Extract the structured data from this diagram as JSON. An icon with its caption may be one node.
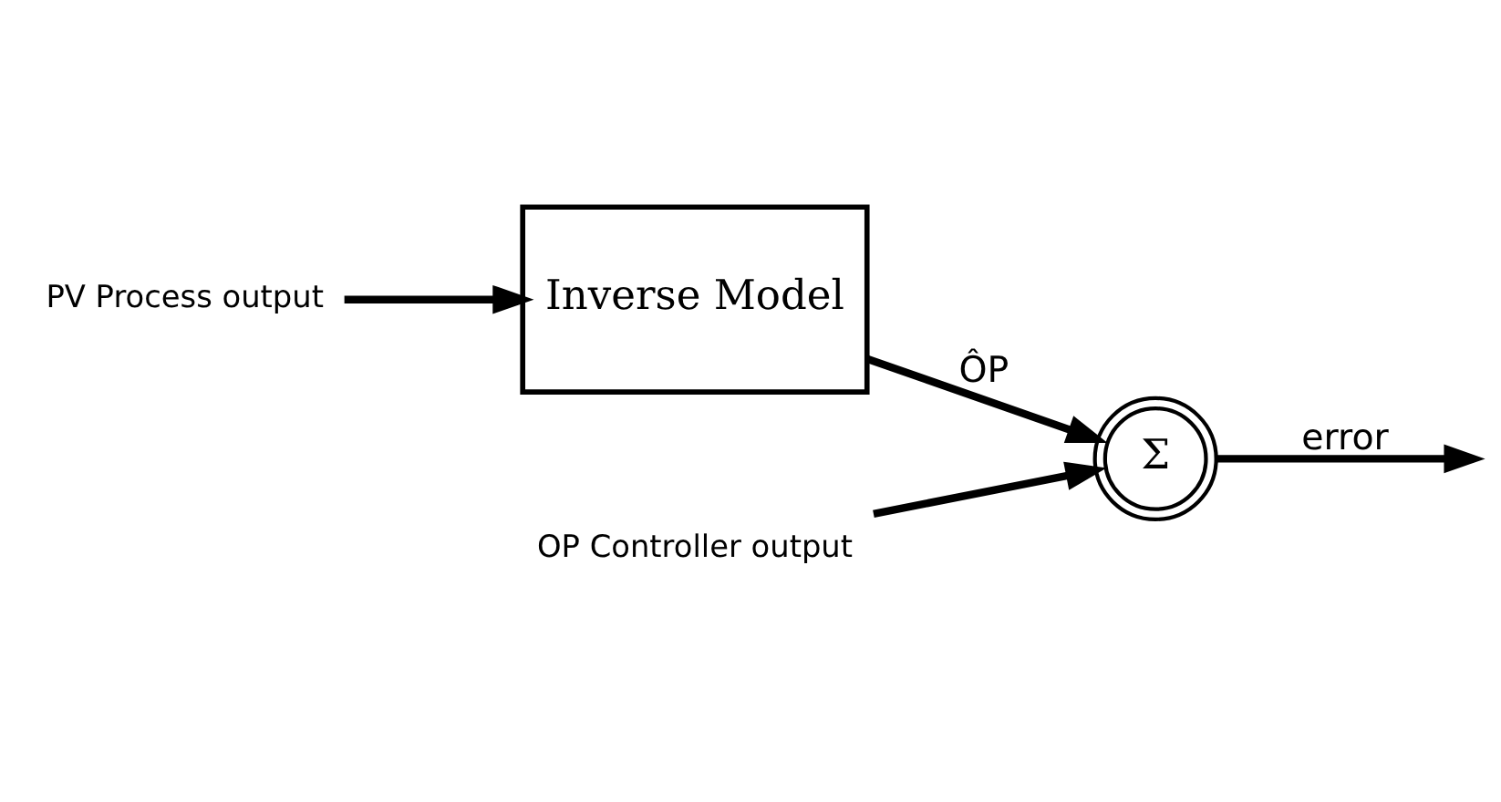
{
  "diagram": {
    "nodes": [
      {
        "text": [
          "PV Process output"
        ]
      },
      {
        "text": [
          "Inverse Model"
        ]
      },
      {
        "text": [
          "Σ"
        ]
      },
      {
        "text": [
          "OP Controller output"
        ]
      }
    ],
    "edges": [
      {
        "from": 0,
        "to": 1,
        "arrow": "to"
      },
      {
        "from": 1,
        "to": 2,
        "arrow": "to",
        "label": "ÔP"
      },
      {
        "from": 3,
        "to": 2,
        "arrow": "to"
      },
      {
        "from": 2,
        "to": null,
        "arrow": "to",
        "label": "error"
      }
    ]
  }
}
